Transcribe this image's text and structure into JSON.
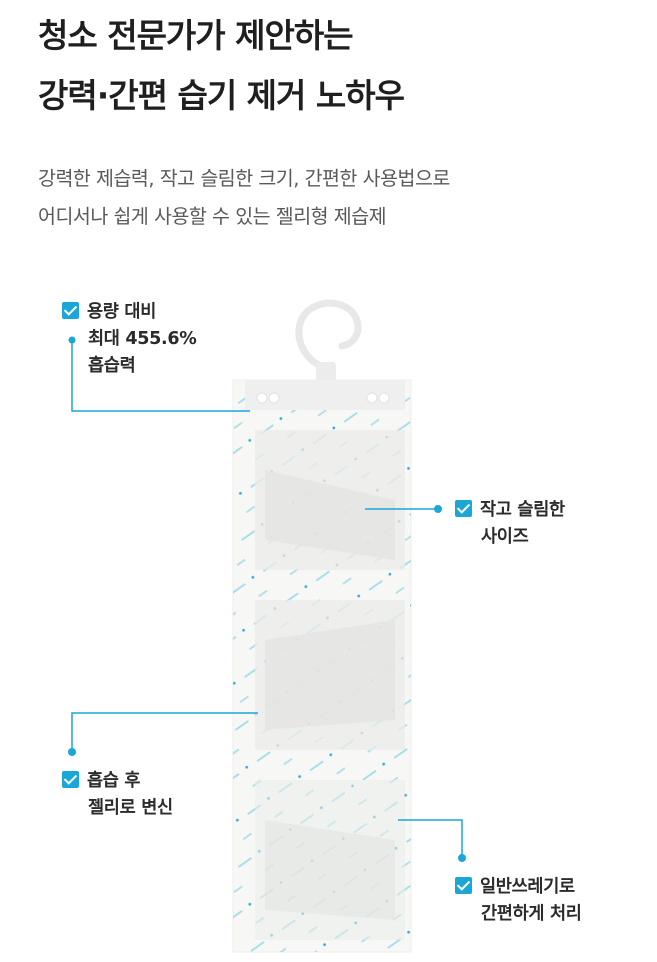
{
  "headline": {
    "line1": "청소 전문가가 제안하는",
    "line2": "강력·간편 습기 제거 노하우"
  },
  "description": {
    "line1": "강력한 제습력, 작고 슬림한 크기, 간편한 사용법으로",
    "line2": "어디서나 쉽게 사용할 수 있는 젤리형 제습제"
  },
  "features": [
    {
      "lines": [
        "용량 대비",
        "최대 455.6%",
        "흡습력"
      ]
    },
    {
      "lines": [
        "작고 슬림한",
        "사이즈"
      ]
    },
    {
      "lines": [
        "흡습 후",
        "젤리로 변신"
      ]
    },
    {
      "lines": [
        "일반쓰레기로",
        "간편하게 처리"
      ]
    }
  ],
  "colors": {
    "accent": "#1aa7d7",
    "title": "#1f1f1f",
    "subtitle": "#5a5a5a"
  },
  "icons": {
    "check": "checkbox-check-icon",
    "hanger": "hanger-hook-icon"
  }
}
